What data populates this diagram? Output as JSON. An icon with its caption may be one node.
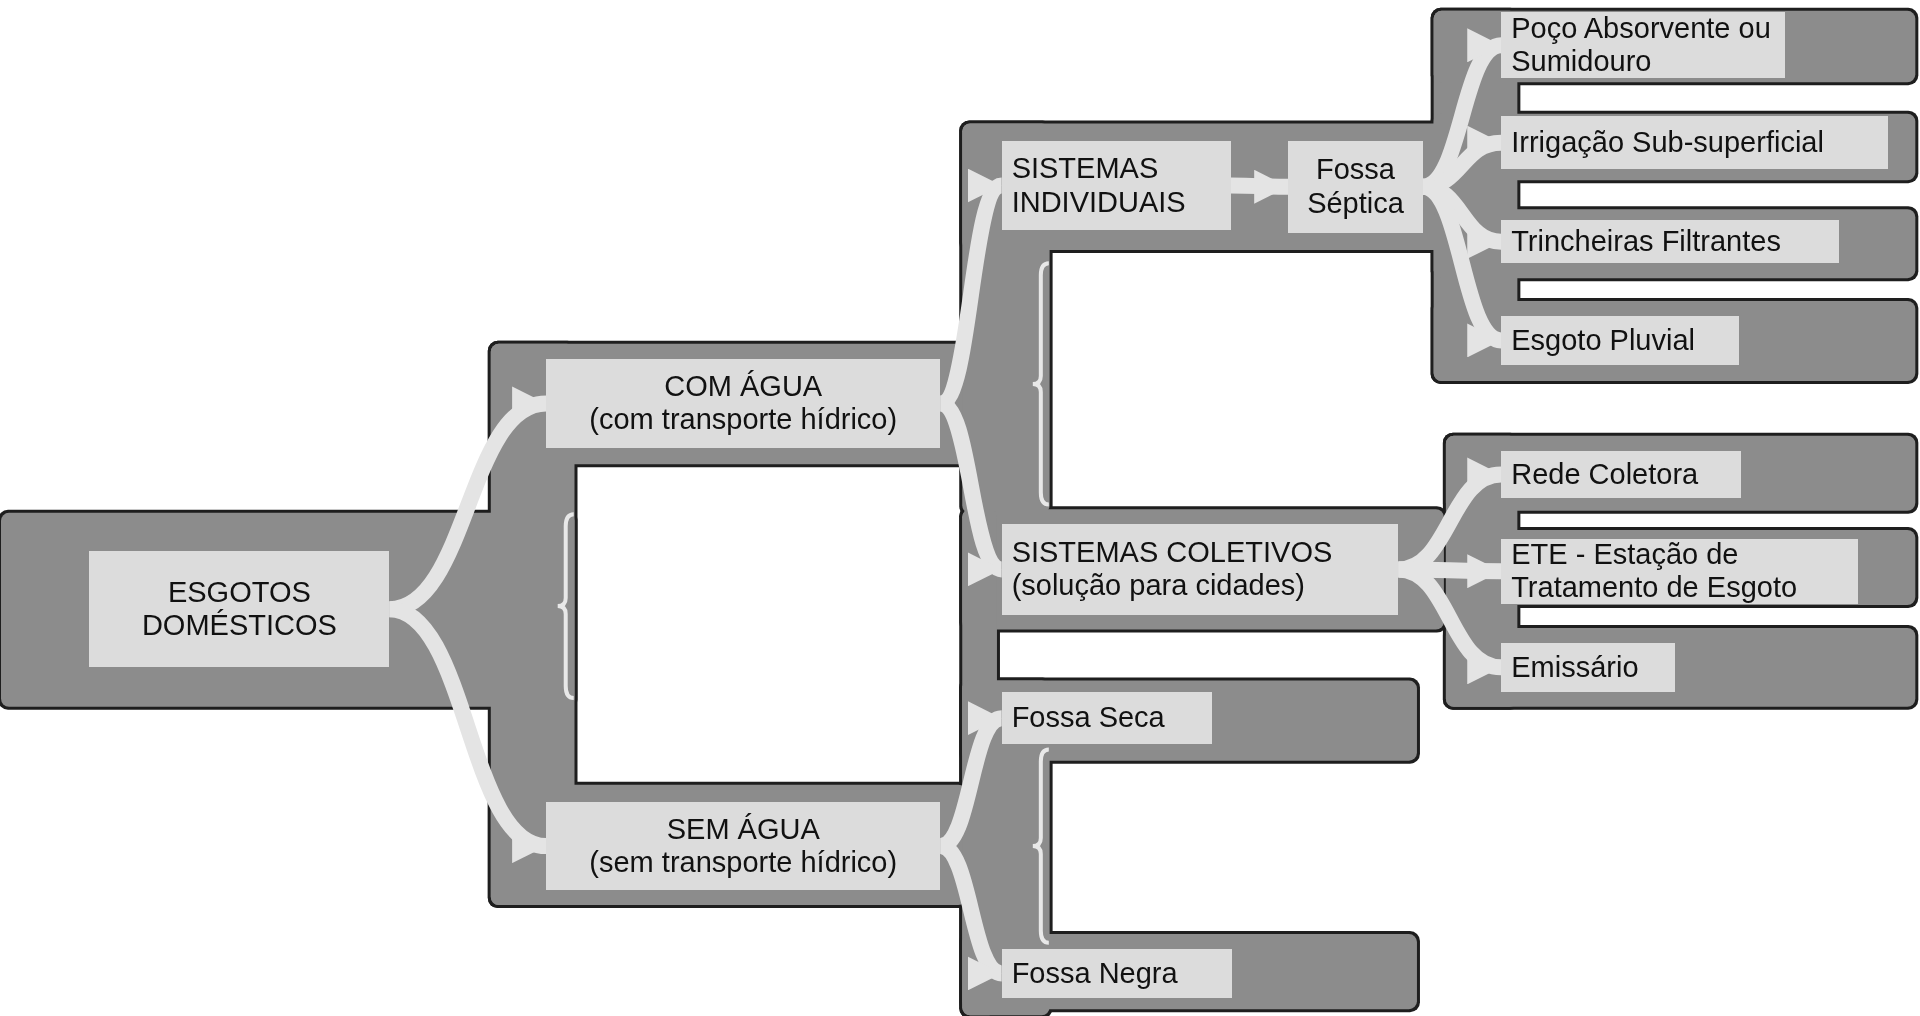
{
  "diagram": {
    "nodes": [
      {
        "text": [
          "ESGOTOS DOMÉSTICOS"
        ]
      },
      {
        "text": [
          "COM ÁGUA",
          "(com transporte hídrico)"
        ]
      },
      {
        "text": [
          "SEM ÁGUA",
          "(sem transporte hídrico)"
        ]
      },
      {
        "text": [
          "SISTEMAS INDIVIDUAIS"
        ]
      },
      {
        "text": [
          "Fossa Séptica"
        ]
      },
      {
        "text": [
          "Poço Absorvente ou Sumidouro"
        ]
      },
      {
        "text": [
          "Irrigação Sub-superficial"
        ]
      },
      {
        "text": [
          "Trincheiras Filtrantes"
        ]
      },
      {
        "text": [
          "Esgoto Pluvial"
        ]
      },
      {
        "text": [
          "SISTEMAS COLETIVOS",
          "(solução para cidades)"
        ]
      },
      {
        "text": [
          "Rede Coletora"
        ]
      },
      {
        "text": [
          "ETE - Estação de Tratamento de Esgoto"
        ]
      },
      {
        "text": [
          "Emissário"
        ]
      },
      {
        "text": [
          "Fossa Seca"
        ]
      },
      {
        "text": [
          "Fossa Negra"
        ]
      }
    ],
    "edges": [
      {
        "from": 0,
        "to": 1,
        "arrow": "to"
      },
      {
        "from": 0,
        "to": 2,
        "arrow": "to"
      },
      {
        "from": 1,
        "to": 3,
        "arrow": "to"
      },
      {
        "from": 1,
        "to": 9,
        "arrow": "to"
      },
      {
        "from": 3,
        "to": 4,
        "arrow": "to"
      },
      {
        "from": 4,
        "to": 5,
        "arrow": "to"
      },
      {
        "from": 4,
        "to": 6,
        "arrow": "to"
      },
      {
        "from": 4,
        "to": 7,
        "arrow": "to"
      },
      {
        "from": 4,
        "to": 8,
        "arrow": "to"
      },
      {
        "from": 9,
        "to": 10,
        "arrow": "to"
      },
      {
        "from": 9,
        "to": 11,
        "arrow": "to"
      },
      {
        "from": 9,
        "to": 12,
        "arrow": "to"
      },
      {
        "from": 2,
        "to": 13,
        "arrow": "to"
      },
      {
        "from": 2,
        "to": 14,
        "arrow": "to"
      }
    ]
  }
}
